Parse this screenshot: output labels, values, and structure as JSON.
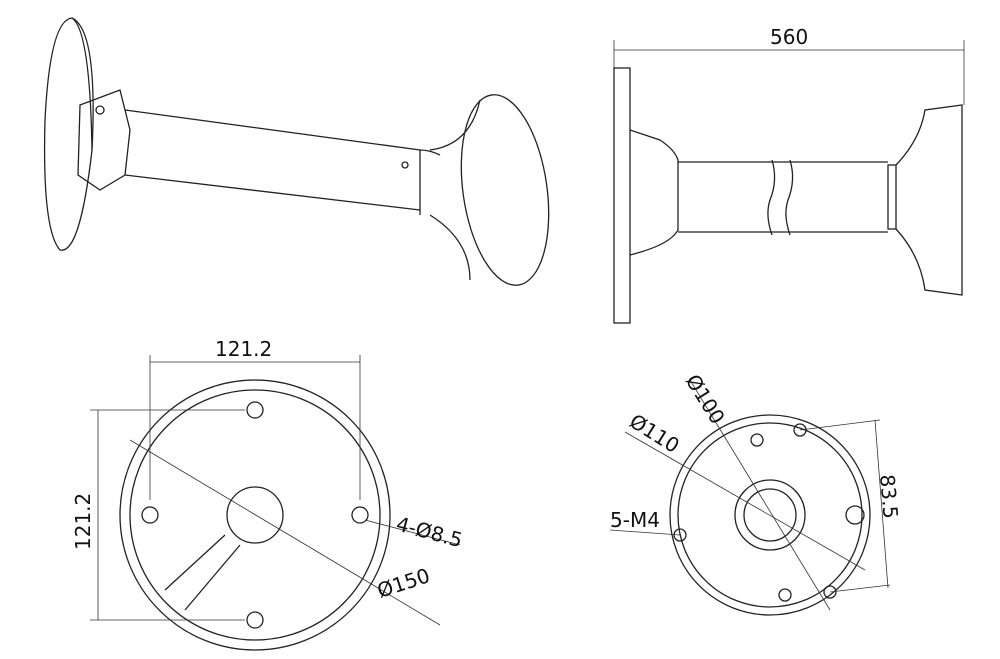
{
  "dimensions": {
    "side_length": "560",
    "base_width": "121.2",
    "base_height": "121.2",
    "mount_holes": "4-Ø8.5",
    "base_diameter": "Ø150",
    "inner_diameter_100": "Ø100",
    "inner_diameter_110": "Ø110",
    "screw_holes": "5-M4",
    "hole_spacing": "83.5"
  }
}
